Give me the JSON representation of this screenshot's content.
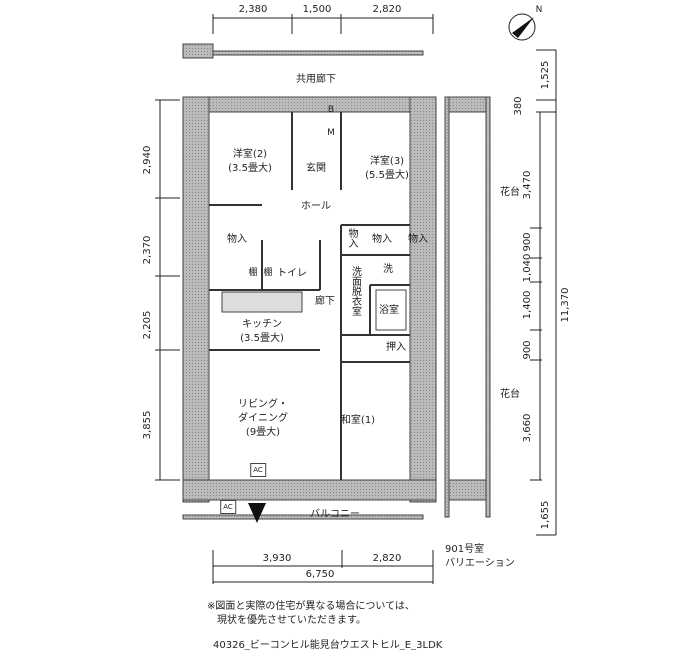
{
  "dimensions": {
    "top": [
      "2,380",
      "1,500",
      "2,820"
    ],
    "bottom": [
      "3,930",
      "2,820"
    ],
    "bottom_total": "6,750",
    "left": [
      "2,940",
      "2,370",
      "2,205",
      "3,855"
    ],
    "right": [
      "1,525",
      "380",
      "3,470",
      "900",
      "1,040",
      "1,400",
      "900",
      "3,660",
      "1,655"
    ],
    "right_total": "11,370"
  },
  "compass": {
    "label": "N"
  },
  "rooms": {
    "common_corridor": "共用廊下",
    "western2": "洋室(2)",
    "western2_size": "(3.5畳大)",
    "entrance": "玄関",
    "western3": "洋室(3)",
    "western3_size": "(5.5畳大)",
    "hall": "ホール",
    "storage": "物入",
    "shelf": "棚",
    "toilet": "トイレ",
    "washer": "洗",
    "washroom": "洗面脱衣室",
    "corridor": "廊下",
    "bath": "浴室",
    "kitchen": "キッチン",
    "kitchen_size": "(3.5畳大)",
    "closet": "押入",
    "living": "リビング・",
    "dining": "ダイニング",
    "living_size": "(9畳大)",
    "japanese": "和室(1)",
    "balcony": "バルコニー",
    "flower_stand": "花台",
    "ac": "AC",
    "b": "B",
    "m": "M"
  },
  "variation": {
    "line1": "901号室",
    "line2": "バリエーション"
  },
  "notes": {
    "line1": "※図面と実際の住宅が異なる場合については、",
    "line2": "現状を優先させていただきます。",
    "caption": "40326_ビーコンヒル能見台ウエストヒル_E_3LDK"
  }
}
